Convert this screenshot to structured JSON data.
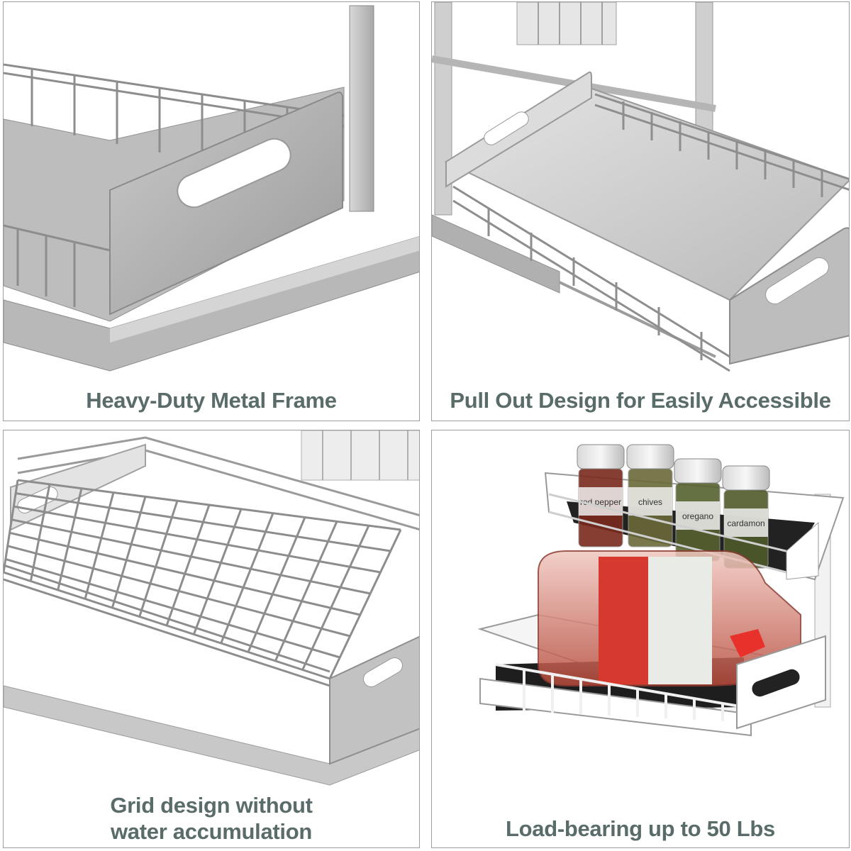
{
  "panels": [
    {
      "caption": "Heavy-Duty Metal Frame"
    },
    {
      "caption": "Pull Out Design for Easily Accessible"
    },
    {
      "caption_line1": "Grid design without",
      "caption_line2": "water accumulation"
    },
    {
      "caption": "Load-bearing up to 50 Lbs"
    }
  ],
  "caption_color": "#5a6c6a",
  "jar_labels": [
    "red pepper",
    "chives",
    "oregano",
    "cardamon"
  ]
}
